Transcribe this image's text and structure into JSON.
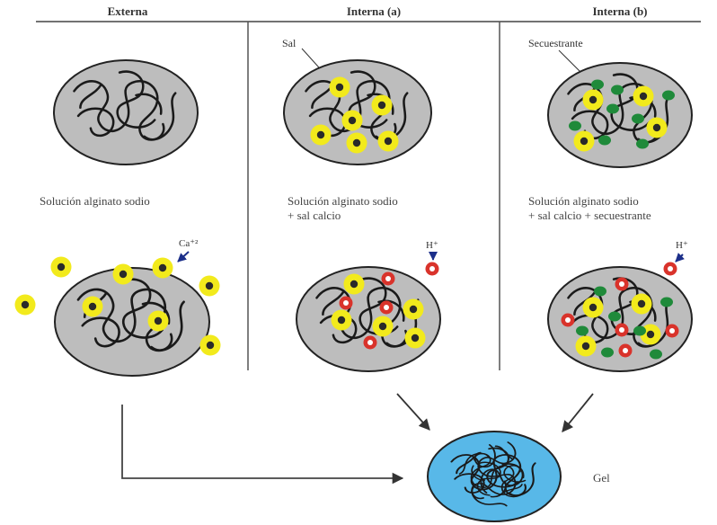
{
  "columns": {
    "externa": {
      "title": "Externa",
      "caption_line1": "Solución alginato sodio",
      "caption_line2": ""
    },
    "interna_a": {
      "title": "Interna (a)",
      "caption_line1": "Solución alginato sodio",
      "caption_line2": "+ sal calcio"
    },
    "interna_b": {
      "title": "Interna (b)",
      "caption_line1": "Solución alginato sodio",
      "caption_line2": "+ sal calcio + secuestrante"
    }
  },
  "labels": {
    "sal": "Sal",
    "secuestrante": "Secuestrante",
    "calcium_ion": "Ca⁺²",
    "hydrogen_ion_a": "H⁺",
    "hydrogen_ion_b": "H⁺",
    "gel": "Gel"
  },
  "colors": {
    "bead_fill": "#bdbdbd",
    "gel_fill": "#58b8e8",
    "calcium": "#f2ea1c",
    "proton": "#d9332b",
    "sequestrant": "#1f8a3a",
    "strand": "#1a1a1a"
  },
  "icons": {
    "calcium_particle": "yellow-dot-icon",
    "proton_particle": "red-ring-icon",
    "sequestrant_particle": "green-dot-icon"
  }
}
